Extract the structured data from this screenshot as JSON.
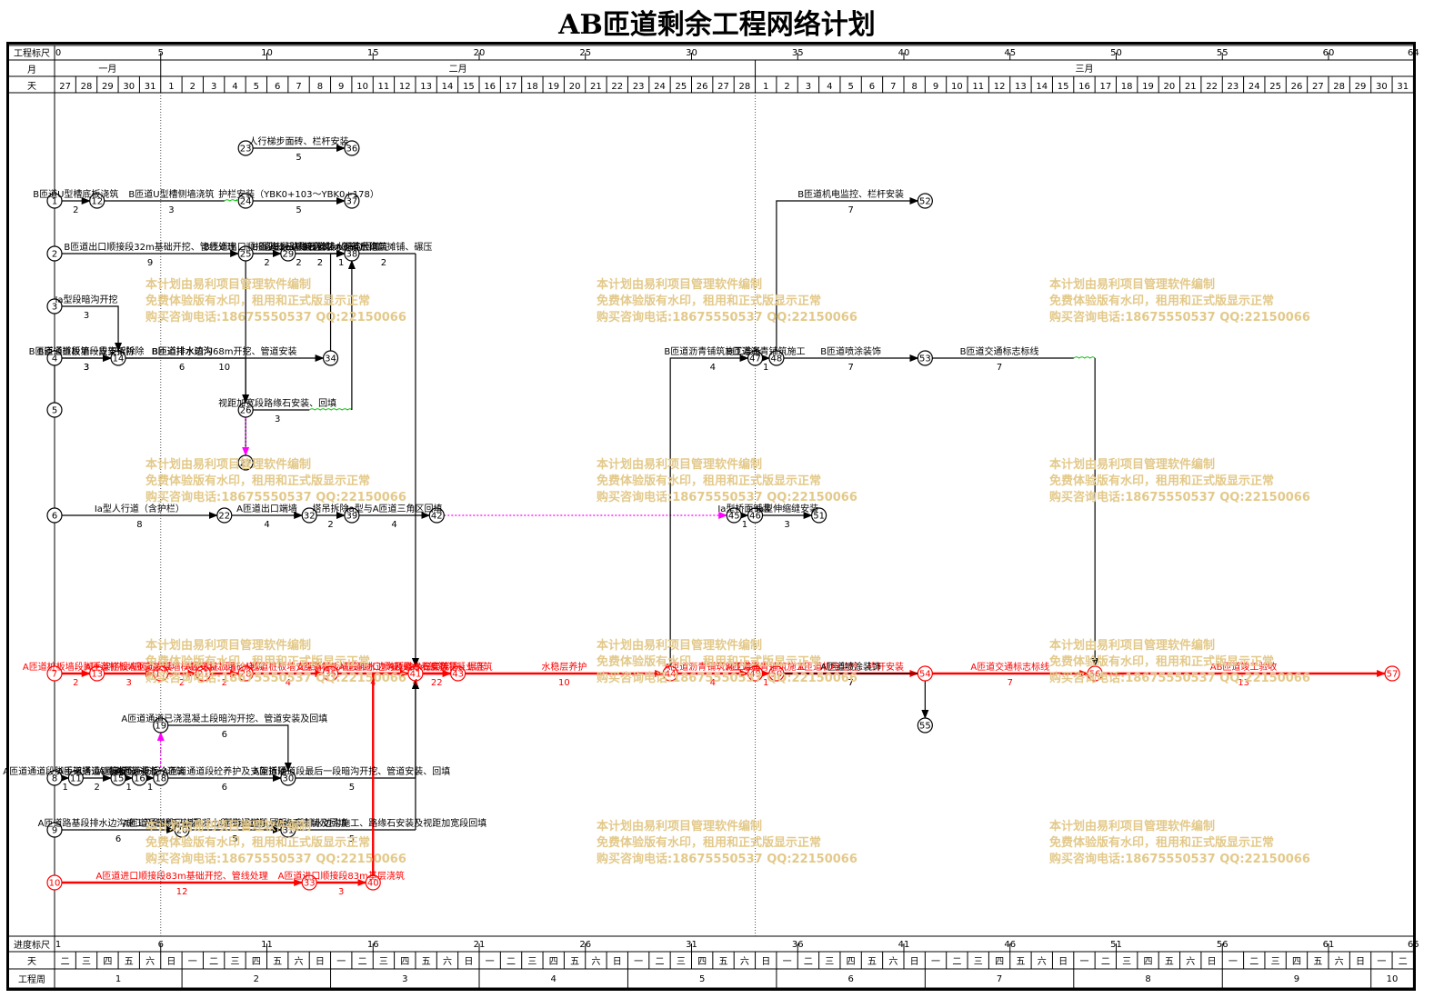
{
  "title": "AB匝道剩余工程网络计划",
  "header": {
    "row_scale": "工程标尺",
    "row_month": "月",
    "row_day": "天",
    "scale_ticks": [
      "0",
      "5",
      "10",
      "15",
      "20",
      "25",
      "30",
      "35",
      "40",
      "45",
      "50",
      "55",
      "60",
      "64"
    ],
    "months": [
      "一月",
      "二月",
      "三月"
    ],
    "days": [
      "27",
      "28",
      "29",
      "30",
      "31",
      "1",
      "2",
      "3",
      "4",
      "5",
      "6",
      "7",
      "8",
      "9",
      "10",
      "11",
      "12",
      "13",
      "14",
      "15",
      "16",
      "17",
      "18",
      "19",
      "20",
      "21",
      "22",
      "23",
      "24",
      "25",
      "26",
      "27",
      "28",
      "1",
      "2",
      "3",
      "4",
      "5",
      "6",
      "7",
      "8",
      "9",
      "10",
      "11",
      "12",
      "13",
      "14",
      "15",
      "16",
      "17",
      "18",
      "19",
      "20",
      "21",
      "22",
      "23",
      "24",
      "25",
      "26",
      "27",
      "28",
      "29",
      "30",
      "31"
    ]
  },
  "footer": {
    "row_progress": "进度标尺",
    "row_day": "天",
    "row_week": "工程周",
    "progress_ticks": [
      "1",
      "6",
      "11",
      "16",
      "21",
      "26",
      "31",
      "36",
      "41",
      "46",
      "51",
      "56",
      "61",
      "65"
    ],
    "weekdays": [
      "二",
      "三",
      "四",
      "五",
      "六",
      "日",
      "一",
      "二",
      "三",
      "四",
      "五",
      "六",
      "日",
      "一",
      "二",
      "三",
      "四",
      "五",
      "六",
      "日",
      "一",
      "二",
      "三",
      "四",
      "五",
      "六",
      "日",
      "一",
      "二",
      "三",
      "四",
      "五",
      "六",
      "日",
      "一",
      "二",
      "三",
      "四",
      "五",
      "六",
      "日",
      "一",
      "二",
      "三",
      "四",
      "五",
      "六",
      "日",
      "一",
      "二",
      "三",
      "四",
      "五",
      "六",
      "日",
      "一",
      "二",
      "三",
      "四",
      "五",
      "六",
      "日",
      "一",
      "二"
    ],
    "weeks": [
      "1",
      "2",
      "3",
      "4",
      "5",
      "6",
      "7",
      "8",
      "9",
      "10"
    ]
  },
  "watermark": {
    "line1": "本计划由易利项目管理软件编制",
    "line2": "免费体验版有水印，租用和正式版显示正常",
    "line3": "购买咨询电话:18675550537 QQ:22150066"
  },
  "colors": {
    "normal": "#000000",
    "critical": "#ff0000",
    "virtual": "#ff00ff",
    "float": "#00c000",
    "watermark": "#e3c98a"
  },
  "network": {
    "nodes": [
      {
        "id": "1",
        "day": 0,
        "row": "r1"
      },
      {
        "id": "12",
        "day": 2,
        "row": "r1"
      },
      {
        "id": "24",
        "day": 9,
        "row": "r1"
      },
      {
        "id": "37",
        "day": 14,
        "row": "r1"
      },
      {
        "id": "23",
        "day": 9,
        "row": "r0"
      },
      {
        "id": "36",
        "day": 14,
        "row": "r0"
      },
      {
        "id": "2",
        "day": 0,
        "row": "r2"
      },
      {
        "id": "25",
        "day": 9,
        "row": "r2"
      },
      {
        "id": "29",
        "day": 11,
        "row": "r2"
      },
      {
        "id": "38",
        "day": 14,
        "row": "r2"
      },
      {
        "id": "3",
        "day": 0,
        "row": "r3"
      },
      {
        "id": "4",
        "day": 0,
        "row": "r4"
      },
      {
        "id": "14",
        "day": 3,
        "row": "r4"
      },
      {
        "id": "34",
        "day": 13,
        "row": "r4"
      },
      {
        "id": "5",
        "day": 0,
        "row": "r5"
      },
      {
        "id": "26",
        "day": 9,
        "row": "r5"
      },
      {
        "id": "27",
        "day": 9,
        "row": "r6"
      },
      {
        "id": "6",
        "day": 0,
        "row": "r7"
      },
      {
        "id": "22",
        "day": 8,
        "row": "r7"
      },
      {
        "id": "32",
        "day": 12,
        "row": "r7"
      },
      {
        "id": "39",
        "day": 14,
        "row": "r7"
      },
      {
        "id": "42",
        "day": 18,
        "row": "r7"
      },
      {
        "id": "45",
        "day": 32,
        "row": "r7"
      },
      {
        "id": "46",
        "day": 33,
        "row": "r7"
      },
      {
        "id": "51",
        "day": 36,
        "row": "r7"
      },
      {
        "id": "52",
        "day": 41,
        "row": "r1"
      },
      {
        "id": "47",
        "day": 33,
        "row": "r4"
      },
      {
        "id": "48",
        "day": 34,
        "row": "r4"
      },
      {
        "id": "53",
        "day": 41,
        "row": "r4"
      },
      {
        "id": "7",
        "day": 0,
        "row": "r8"
      },
      {
        "id": "13",
        "day": 2,
        "row": "r8"
      },
      {
        "id": "17",
        "day": 5,
        "row": "r8"
      },
      {
        "id": "21",
        "day": 7,
        "row": "r8"
      },
      {
        "id": "28",
        "day": 9,
        "row": "r8"
      },
      {
        "id": "35",
        "day": 13,
        "row": "r8"
      },
      {
        "id": "41",
        "day": 17,
        "row": "r8"
      },
      {
        "id": "43",
        "day": 19,
        "row": "r8"
      },
      {
        "id": "44",
        "day": 29,
        "row": "r8"
      },
      {
        "id": "49",
        "day": 33,
        "row": "r8"
      },
      {
        "id": "50",
        "day": 34,
        "row": "r8"
      },
      {
        "id": "54",
        "day": 41,
        "row": "r8"
      },
      {
        "id": "56",
        "day": 49,
        "row": "r8"
      },
      {
        "id": "57",
        "day": 63,
        "row": "r8"
      },
      {
        "id": "55",
        "day": 41,
        "row": "r9"
      },
      {
        "id": "19",
        "day": 5,
        "row": "r9"
      },
      {
        "id": "8",
        "day": 0,
        "row": "r10"
      },
      {
        "id": "11",
        "day": 1,
        "row": "r10"
      },
      {
        "id": "15",
        "day": 3,
        "row": "r10"
      },
      {
        "id": "16",
        "day": 4,
        "row": "r10"
      },
      {
        "id": "18",
        "day": 5,
        "row": "r10"
      },
      {
        "id": "30",
        "day": 11,
        "row": "r10"
      },
      {
        "id": "9",
        "day": 0,
        "row": "r11"
      },
      {
        "id": "20",
        "day": 6,
        "row": "r11"
      },
      {
        "id": "31",
        "day": 11,
        "row": "r11"
      },
      {
        "id": "10",
        "day": 0,
        "row": "r12"
      },
      {
        "id": "33",
        "day": 12,
        "row": "r12"
      },
      {
        "id": "40",
        "day": 15,
        "row": "r12"
      }
    ],
    "activities": [
      {
        "from": "23",
        "to": "36",
        "name": "人行梯步面砖、栏杆安装",
        "dur": "5",
        "type": "normal"
      },
      {
        "from": "1",
        "to": "12",
        "name": "B匝道U型槽底板浇筑",
        "dur": "2",
        "type": "normal"
      },
      {
        "from": "12",
        "to": "24",
        "name": "B匝道U型槽侧墙浇筑",
        "dur": "3",
        "type": "normal",
        "float_to_day": 8
      },
      {
        "from": "24",
        "to": "37",
        "name": "护栏安装（YBK0+103～YBK0+178）",
        "dur": "5",
        "type": "normal"
      },
      {
        "from": "2",
        "to": "25",
        "name": "B匝道出口顺接段32m基础开挖、管线处理",
        "dur": "9",
        "type": "normal"
      },
      {
        "from": "25",
        "to": "29",
        "name": "B匝道出口顺接段32m基层浇筑",
        "dur": "2",
        "type": "normal"
      },
      {
        "from": "29",
        "to": "38",
        "name": "B匝道出口顺接段32m钢筋砼浇筑",
        "dur": "2",
        "type": "normal"
      },
      {
        "from": "38",
        "to": "41",
        "name": "A匝道水稳层摊铺、碾压",
        "dur": "2",
        "type": "normal",
        "float_to_day": 17
      },
      {
        "from": "3",
        "to": "14",
        "name": "Ia型段暗沟开挖",
        "dur": "3",
        "type": "normal"
      },
      {
        "from": "4",
        "to": "14",
        "name": "B匝道桩板墙段支架拆除",
        "dur": "3",
        "type": "normal"
      },
      {
        "from": "14",
        "to": "34",
        "name": "B匝道排水暗沟68m开挖、管道安装",
        "dur": "10",
        "type": "normal"
      },
      {
        "from": "34",
        "to": "38",
        "name": "B匝道排水暗沟回填",
        "dur": "1",
        "type": "normal"
      },
      {
        "from": "5",
        "to": "14",
        "name": "B匝道通道段第一段支架拆除",
        "dur": "3",
        "type": "normal"
      },
      {
        "from": "14",
        "to": "26",
        "name": "B匝道排水边沟",
        "dur": "6",
        "type": "normal"
      },
      {
        "from": "26",
        "to": "38",
        "name": "视距加宽段路缘石安装、回填",
        "dur": "3",
        "type": "normal",
        "float_to_day": 12
      },
      {
        "from": "27",
        "to": "38",
        "name": "路基段路缘石安装",
        "dur": "2",
        "type": "normal"
      },
      {
        "from": "26",
        "to": "27",
        "name": "",
        "dur": "",
        "type": "virtual"
      },
      {
        "from": "6",
        "to": "22",
        "name": "Ia型人行道（含护栏）",
        "dur": "8",
        "type": "normal"
      },
      {
        "from": "22",
        "to": "32",
        "name": "A匝道出口端墙",
        "dur": "4",
        "type": "normal"
      },
      {
        "from": "32",
        "to": "39",
        "name": "塔吊拆除",
        "dur": "2",
        "type": "normal"
      },
      {
        "from": "39",
        "to": "42",
        "name": "Ia型与A匝道三角区回填",
        "dur": "4",
        "type": "normal"
      },
      {
        "from": "42",
        "to": "45",
        "name": "",
        "dur": "",
        "type": "virtual"
      },
      {
        "from": "45",
        "to": "46",
        "name": "Ia型桥面铺装",
        "dur": "1",
        "type": "normal"
      },
      {
        "from": "46",
        "to": "51",
        "name": "Ia型伸缩缝安装",
        "dur": "3",
        "type": "normal"
      },
      {
        "from": "44",
        "to": "47",
        "name": "B匝道沥青铺筑施工准备",
        "dur": "4",
        "type": "normal"
      },
      {
        "from": "47",
        "to": "48",
        "name": "B匝道沥青铺筑施工",
        "dur": "1",
        "type": "normal"
      },
      {
        "from": "48",
        "to": "52",
        "name": "B匝道机电监控、栏杆安装",
        "dur": "7",
        "type": "normal"
      },
      {
        "from": "48",
        "to": "53",
        "name": "B匝道喷涂装饰",
        "dur": "7",
        "type": "normal"
      },
      {
        "from": "53",
        "to": "56",
        "name": "B匝道交通标志标线",
        "dur": "7",
        "type": "normal",
        "float_to_day": 48
      },
      {
        "from": "7",
        "to": "13",
        "name": "A匝道桩板墙段脚手架搭设",
        "dur": "2",
        "type": "critical"
      },
      {
        "from": "13",
        "to": "17",
        "name": "A匝道桩板墙钢筋安装",
        "dur": "3",
        "type": "critical"
      },
      {
        "from": "17",
        "to": "21",
        "name": "A匝道桩板墙模板安装、回",
        "dur": "2",
        "type": "critical"
      },
      {
        "from": "21",
        "to": "28",
        "name": "A匝道桩板墙砼浇筑",
        "dur": "2",
        "type": "critical"
      },
      {
        "from": "28",
        "to": "35",
        "name": "A匝道桩板墙支架拆除",
        "dur": "4",
        "type": "critical"
      },
      {
        "from": "35",
        "to": "41",
        "name": "A匝道桩板墙段排水边沟及路缘石安装",
        "dur": "4",
        "type": "critical"
      },
      {
        "from": "41",
        "to": "43",
        "name": "A匝道水稳层摊铺、碾压",
        "dur": "22",
        "type": "critical"
      },
      {
        "from": "43",
        "to": "44",
        "name": "水稳层养护",
        "dur": "10",
        "type": "critical"
      },
      {
        "from": "44",
        "to": "49",
        "name": "A匝道沥青铺筑施工准备",
        "dur": "4",
        "type": "critical"
      },
      {
        "from": "49",
        "to": "50",
        "name": "A匝道沥青铺筑施工",
        "dur": "1",
        "type": "critical"
      },
      {
        "from": "50",
        "to": "54",
        "name": "A匝道机电监控、栏杆安装",
        "dur": "7",
        "type": "critical"
      },
      {
        "from": "54",
        "to": "56",
        "name": "A匝道交通标志标线",
        "dur": "7",
        "type": "critical"
      },
      {
        "from": "56",
        "to": "57",
        "name": "AB匝道竣工验收",
        "dur": "13",
        "type": "critical"
      },
      {
        "from": "50",
        "to": "55",
        "name": "A匝道喷涂装饰",
        "dur": "7",
        "type": "normal"
      },
      {
        "from": "19",
        "to": "30",
        "name": "A匝道通道已浇混凝土段暗沟开挖、管道安装及回填",
        "dur": "6",
        "type": "normal"
      },
      {
        "from": "8",
        "to": "11",
        "name": "A匝道通道段脚手架搭设、模板",
        "dur": "1",
        "type": "normal"
      },
      {
        "from": "11",
        "to": "15",
        "name": "A匝道通道钢筋安装",
        "dur": "2",
        "type": "normal"
      },
      {
        "from": "15",
        "to": "16",
        "name": "A匝道通道模板",
        "dur": "1",
        "type": "normal"
      },
      {
        "from": "16",
        "to": "18",
        "name": "A匝道通道砼浇筑",
        "dur": "1",
        "type": "normal"
      },
      {
        "from": "18",
        "to": "19",
        "name": "",
        "dur": "",
        "type": "virtual"
      },
      {
        "from": "18",
        "to": "30",
        "name": "A匝道通道段砼养护及支架拆除",
        "dur": "6",
        "type": "normal"
      },
      {
        "from": "30",
        "to": "41",
        "name": "A匝道通道段最后一段暗沟开挖、管道安装、回填",
        "dur": "5",
        "type": "normal",
        "float_to_day": 17
      },
      {
        "from": "9",
        "to": "20",
        "name": "A匝道路基段排水边沟施工及路缘石安装",
        "dur": "6",
        "type": "normal"
      },
      {
        "from": "20",
        "to": "31",
        "name": "A匝道通道段已浇混凝土段排水边沟、路缘石安装及回填",
        "dur": "5",
        "type": "normal"
      },
      {
        "from": "31",
        "to": "41",
        "name": "A匝道通道段最后一段排水边沟施工、路缘石安装及视距加宽段回填",
        "dur": "5",
        "type": "normal",
        "float_to_day": 17
      },
      {
        "from": "10",
        "to": "33",
        "name": "A匝道进口顺接段83m基础开挖、管线处理",
        "dur": "12",
        "type": "critical"
      },
      {
        "from": "33",
        "to": "40",
        "name": "A匝道进口顺接段83m基层浇筑",
        "dur": "3",
        "type": "critical"
      },
      {
        "from": "40",
        "to": "43",
        "name": "A匝道进口顺接段83m钢筋混凝土浇筑",
        "dur": "4",
        "type": "critical"
      }
    ]
  }
}
